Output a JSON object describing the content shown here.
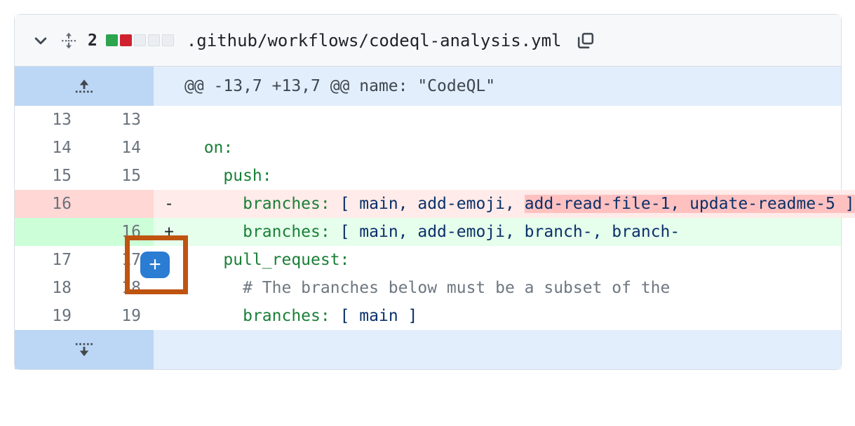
{
  "file_header": {
    "collapse_icon": "chevron-down-icon",
    "unfold_icon": "unfold-vertical-icon",
    "change_count": "2",
    "diffstat": [
      "add",
      "del",
      "neutral",
      "neutral",
      "neutral"
    ],
    "path": ".github/workflows/codeql-analysis.yml",
    "copy_icon": "copy-icon"
  },
  "hunks": {
    "top_expand_icon": "expand-up-icon",
    "header": "@@ -13,7 +13,7 @@ name: \"CodeQL\"",
    "bottom_expand_icon": "expand-down-icon"
  },
  "overlay": {
    "add_comment_label": "+",
    "add_comment_icon": "plus-icon"
  },
  "rows": [
    {
      "type": "context",
      "old_no": "13",
      "new_no": "13",
      "marker": "",
      "segments": [
        {
          "text": "",
          "cls": ""
        }
      ]
    },
    {
      "type": "context",
      "old_no": "14",
      "new_no": "14",
      "marker": "",
      "segments": [
        {
          "text": "  ",
          "cls": ""
        },
        {
          "text": "on:",
          "cls": "k"
        }
      ]
    },
    {
      "type": "context",
      "old_no": "15",
      "new_no": "15",
      "marker": "",
      "segments": [
        {
          "text": "    ",
          "cls": ""
        },
        {
          "text": "push:",
          "cls": "k"
        }
      ]
    },
    {
      "type": "del",
      "old_no": "16",
      "new_no": "",
      "marker": "-",
      "segments": [
        {
          "text": "      ",
          "cls": ""
        },
        {
          "text": "branches:",
          "cls": "k"
        },
        {
          "text": " ",
          "cls": ""
        },
        {
          "text": "[ main, add-emoji, ",
          "cls": "v"
        },
        {
          "text": "add-read-file-1, update-readme-5 ]",
          "cls": "v word-del"
        }
      ]
    },
    {
      "type": "add",
      "old_no": "",
      "new_no": "16",
      "marker": "+",
      "segments": [
        {
          "text": "      ",
          "cls": ""
        },
        {
          "text": "branches:",
          "cls": "k"
        },
        {
          "text": " ",
          "cls": ""
        },
        {
          "text": "[ main, add-emoji, branch-, branch-",
          "cls": "v"
        }
      ]
    },
    {
      "type": "context",
      "old_no": "17",
      "new_no": "17",
      "marker": "",
      "segments": [
        {
          "text": "    ",
          "cls": ""
        },
        {
          "text": "pull_request:",
          "cls": "k"
        }
      ]
    },
    {
      "type": "context",
      "old_no": "18",
      "new_no": "18",
      "marker": "",
      "segments": [
        {
          "text": "      ",
          "cls": ""
        },
        {
          "text": "# The branches below must be a subset of the",
          "cls": "cm"
        }
      ]
    },
    {
      "type": "context",
      "old_no": "19",
      "new_no": "19",
      "marker": "",
      "segments": [
        {
          "text": "      ",
          "cls": ""
        },
        {
          "text": "branches:",
          "cls": "k"
        },
        {
          "text": " ",
          "cls": ""
        },
        {
          "text": "[ main ]",
          "cls": "v"
        }
      ]
    }
  ],
  "colors": {
    "addition_bg": "#e6ffec",
    "deletion_bg": "#ffebe9",
    "addition_word": "#abf2bc",
    "deletion_word": "#ffc1c0",
    "hunk_bg": "#e2eefc",
    "expander_bg": "#bcd6f5",
    "header_bg": "#f6f8fa",
    "accent_button": "#2b7cd3",
    "focus_ring": "#bf5410"
  }
}
